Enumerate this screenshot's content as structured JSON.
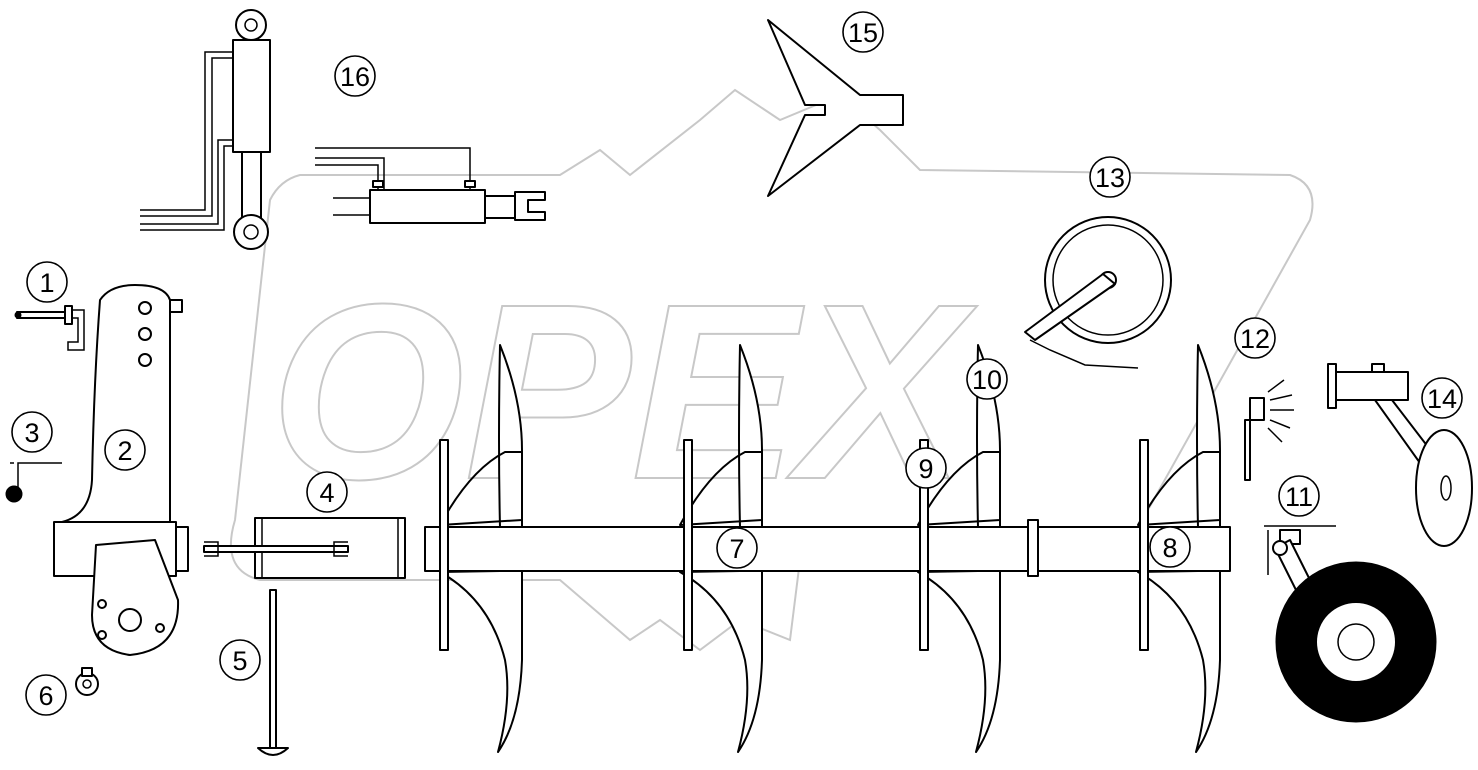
{
  "diagram": {
    "watermark_text": "OPEX",
    "colors": {
      "line": "#000000",
      "watermark": "#c8c8c8",
      "background": "#ffffff"
    },
    "callouts": [
      "1",
      "2",
      "3",
      "4",
      "5",
      "6",
      "7",
      "8",
      "9",
      "10",
      "11",
      "12",
      "13",
      "14",
      "15",
      "16"
    ]
  }
}
